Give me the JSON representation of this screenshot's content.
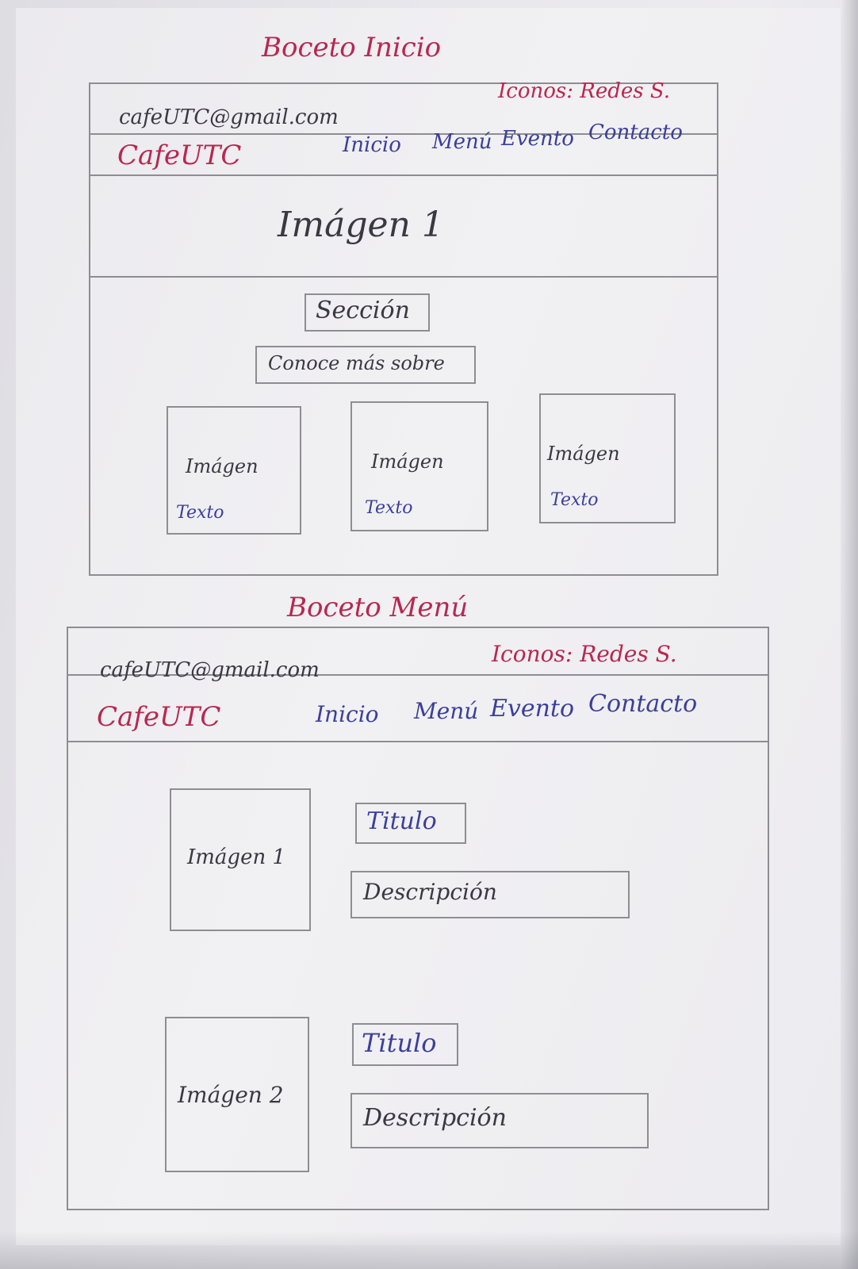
{
  "sketch_inicio": {
    "title": "Boceto Inicio",
    "email": "cafeUTC@gmail.com",
    "icons_label": "Iconos: Redes S.",
    "brand": "CafeUTC",
    "nav": [
      "Inicio",
      "Menú",
      "Evento",
      "Contacto"
    ],
    "hero": "Imágen 1",
    "section_label": "Sección",
    "section_subtitle": "Conoce más sobre",
    "cards": [
      {
        "image": "Imágen",
        "text": "Texto"
      },
      {
        "image": "Imágen",
        "text": "Texto"
      },
      {
        "image": "Imágen",
        "text": "Texto"
      }
    ]
  },
  "sketch_menu": {
    "title": "Boceto Menú",
    "email": "cafeUTC@gmail.com",
    "icons_label": "Iconos: Redes S.",
    "brand": "CafeUTC",
    "nav": [
      "Inicio",
      "Menú",
      "Evento",
      "Contacto"
    ],
    "items": [
      {
        "image": "Imágen 1",
        "title": "Titulo",
        "description": "Descripción"
      },
      {
        "image": "Imágen 2",
        "title": "Titulo",
        "description": "Descripción"
      }
    ]
  },
  "colors": {
    "heading_ink": "#b8284f",
    "nav_ink": "#3b3f9a",
    "text_ink": "#3a3942",
    "pencil": "#8e8d93"
  }
}
